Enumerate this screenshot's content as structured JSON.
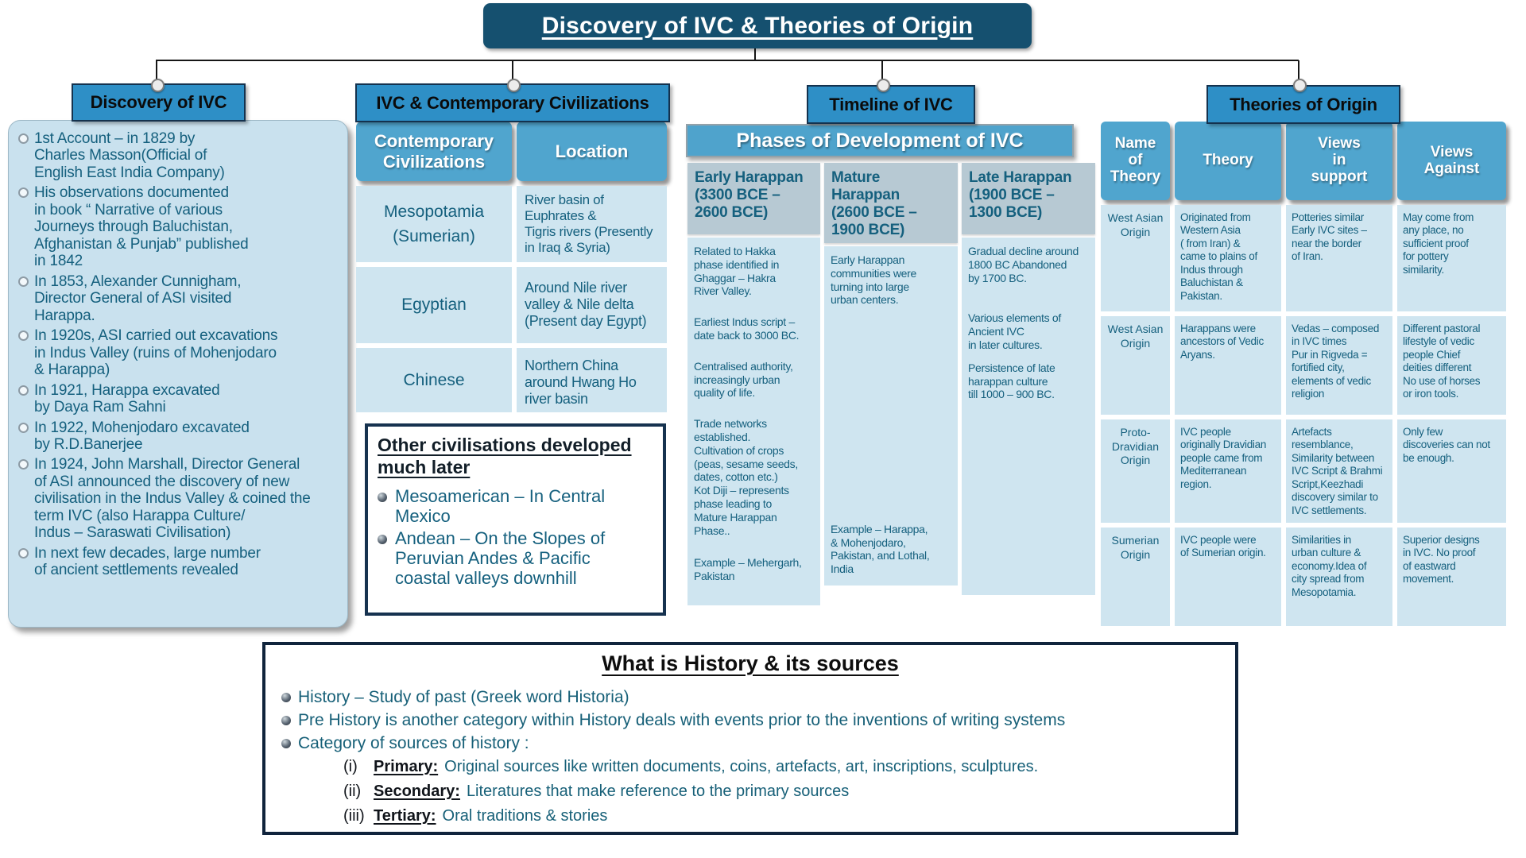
{
  "title": "Discovery of IVC & Theories of Origin",
  "sections": {
    "discovery": {
      "header": "Discovery of IVC",
      "bullets": [
        "1st Account – in 1829 by\nCharles Masson(Official of\nEnglish East India Company)",
        "His observations documented\nin book “ Narrative of various\nJourneys through Baluchistan,\nAfghanistan & Punjab” published\nin 1842",
        "In 1853, Alexander Cunnigham,\nDirector General of ASI visited\nHarappa.",
        "In 1920s, ASI carried out excavations\nin Indus Valley (ruins of Mohenjodaro\n& Harappa)",
        "In 1921, Harappa excavated\nby Daya Ram Sahni",
        "In 1922, Mohenjodaro excavated\nby R.D.Banerjee",
        "In 1924, John Marshall, Director General\nof ASI announced the discovery of new\ncivilisation in the Indus Valley & coined the\nterm IVC (also Harappa Culture/\nIndus – Saraswati Civilisation)",
        "In next few decades, large number\nof ancient settlements revealed"
      ]
    },
    "contemporary": {
      "header": "IVC & Contemporary Civilizations",
      "col_headers": [
        "Contemporary\nCivilizations",
        "Location"
      ],
      "rows": [
        {
          "civ": "Mesopotamia\n(Sumerian)",
          "loc": "River basin of\nEuphrates &\nTigris rivers (Presently\nin Iraq & Syria)"
        },
        {
          "civ": "Egyptian",
          "loc": "Around Nile river\nvalley & Nile delta\n(Present day Egypt)"
        },
        {
          "civ": "Chinese",
          "loc": "Northern China\naround Hwang Ho\nriver basin"
        }
      ],
      "other_box": {
        "title": "Other civilisations developed much later",
        "bullets": [
          "Mesoamerican – In Central\nMexico",
          "Andean – On the Slopes of\nPeruvian  Andes & Pacific\ncoastal valleys downhill"
        ]
      }
    },
    "timeline": {
      "header": "Timeline of IVC",
      "banner": "Phases of Development of IVC",
      "phases": [
        {
          "title": "Early Harappan\n(3300 BCE –\n2600 BCE)",
          "body": [
            "Related to Hakka\nphase identified in\nGhaggar – Hakra\nRiver Valley.",
            "Earliest Indus script –\ndate back to 3000 BC.",
            "Centralised authority,\nincreasingly urban\nquality of life.",
            "Trade networks\nestablished.\nCultivation of crops\n(peas, sesame seeds,\ndates, cotton etc.)\nKot Diji – represents\nphase leading to\nMature Harappan\nPhase.."
          ],
          "example": "Example – Mehergarh,\nPakistan"
        },
        {
          "title": "Mature\nHarappan\n(2600 BCE –\n1900 BCE)",
          "body": [
            "Early Harappan\ncommunities were\nturning into large\nurban centers."
          ],
          "example": "Example – Harappa,\n& Mohenjodaro,\nPakistan, and  Lothal,\nIndia"
        },
        {
          "title": "Late Harappan\n(1900 BCE –\n1300 BCE)",
          "body": [
            "Gradual decline around\n1800 BC Abandoned\nby 1700 BC.",
            "Various elements of\nAncient IVC\nin later cultures.",
            "Persistence of late\nharappan culture\ntill 1000 – 900 BC."
          ]
        }
      ]
    },
    "theories": {
      "header": "Theories of Origin",
      "col_headers": [
        "Name\nof\nTheory",
        "Theory",
        "Views\nin\nsupport",
        "Views\nAgainst"
      ],
      "rows": [
        {
          "name": "West Asian\nOrigin",
          "theory": "Originated from\nWestern Asia\n( from Iran) &\ncame to plains of\nIndus through\nBaluchistan &\nPakistan.",
          "support": "Potteries similar\nEarly IVC sites –\nnear the border\nof Iran.",
          "against": "May come from\nany place, no\nsufficient proof\nfor pottery\nsimilarity."
        },
        {
          "name": "West Asian\nOrigin",
          "theory": "Harappans were\nancestors of Vedic\nAryans.",
          "support": "Vedas – composed\nin IVC times\nPur in Rigveda =\nfortified city,\nelements of vedic\nreligion",
          "against": "Different pastoral\nlifestyle of vedic\npeople Chief\ndeities different\nNo use of horses\nor iron tools."
        },
        {
          "name": "Proto-\nDravidian\nOrigin",
          "theory": "IVC people\noriginally Dravidian\npeople came from\nMediterranean\nregion.",
          "support": "Artefacts\nresemblance,\nSimilarity between\nIVC Script & Brahmi\nScript,Keezhadi\ndiscovery similar to\nIVC settlements.",
          "against": "Only few\ndiscoveries can not\nbe enough."
        },
        {
          "name": "Sumerian\nOrigin",
          "theory": "IVC people were\nof Sumerian origin.",
          "support": "Similarities in\nurban culture &\neconomy.Idea of\ncity spread from\nMesopotamia.",
          "against": "Superior designs\nin IVC. No proof\nof eastward\nmovement."
        }
      ]
    }
  },
  "history_box": {
    "title": "What is History & its sources",
    "bullets": [
      "History – Study of past (Greek word Historia)",
      "Pre History is another category within History deals with events prior to the inventions of writing systems",
      "Category of sources of history :"
    ],
    "sub_items": [
      {
        "num": "(i)",
        "label": "Primary:",
        "text": "Original sources like written documents, coins, artefacts, art, inscriptions, sculptures."
      },
      {
        "num": "(ii)",
        "label": "Secondary:",
        "text": "Literatures that make reference to the primary sources"
      },
      {
        "num": "(iii)",
        "label": "Tertiary:",
        "text": "Oral traditions & stories"
      }
    ]
  }
}
